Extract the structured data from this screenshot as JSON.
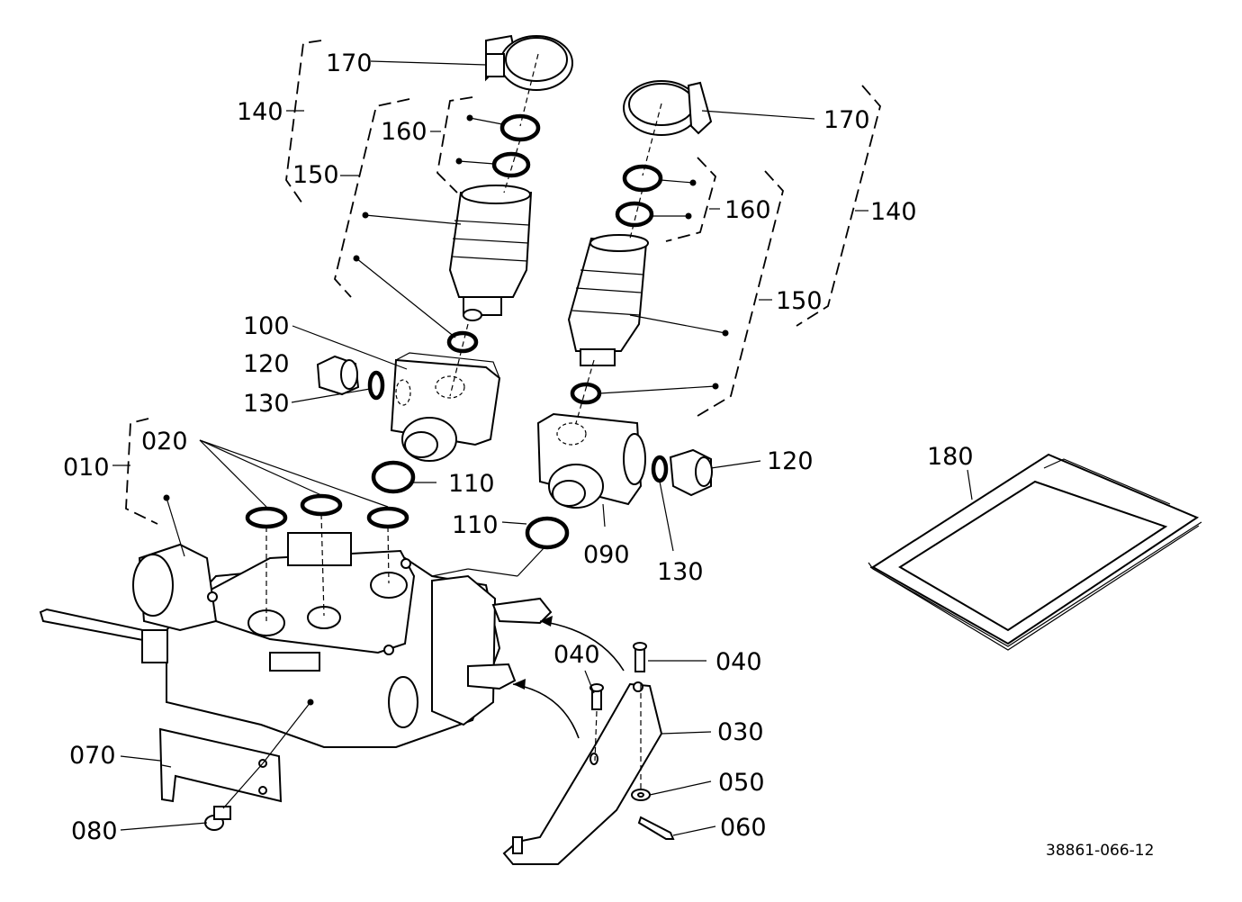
{
  "figure_id": "38861-066-12",
  "labels": {
    "l010": "010",
    "l020": "020",
    "l030": "030",
    "l040a": "040",
    "l040b": "040",
    "l050": "050",
    "l060": "060",
    "l070": "070",
    "l080": "080",
    "l090": "090",
    "l100": "100",
    "l110a": "110",
    "l110b": "110",
    "l120a": "120",
    "l120b": "120",
    "l130a": "130",
    "l130b": "130",
    "l140a": "140",
    "l140b": "140",
    "l150a": "150",
    "l150b": "150",
    "l160a": "160",
    "l160b": "160",
    "l170a": "170",
    "l170b": "170",
    "l180": "180"
  }
}
